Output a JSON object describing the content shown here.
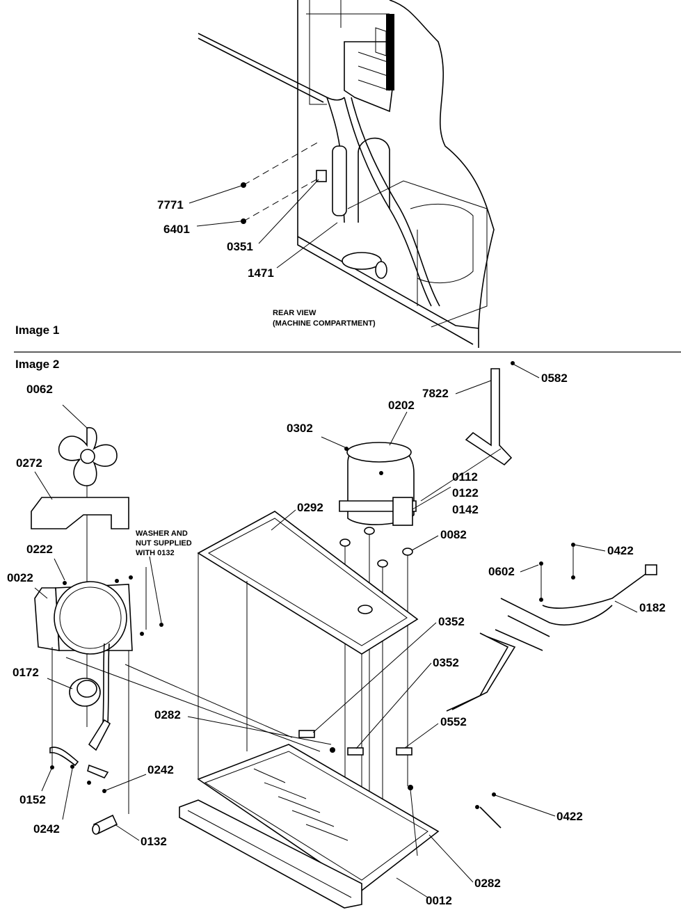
{
  "image1": {
    "caption": "Image 1",
    "view_note_line1": "REAR VIEW",
    "view_note_line2": "(MACHINE COMPARTMENT)",
    "callouts": [
      "7771",
      "6401",
      "0351",
      "1471"
    ]
  },
  "image2": {
    "caption": "Image 2",
    "note_line1": "WASHER AND",
    "note_line2": "NUT SUPPLIED",
    "note_line3": "WITH 0132",
    "callouts": [
      "0062",
      "0272",
      "0222",
      "0022",
      "0172",
      "0152",
      "0242",
      "0242",
      "0132",
      "0302",
      "0202",
      "7822",
      "0582",
      "0112",
      "0122",
      "0142",
      "0082",
      "0292",
      "0422",
      "0602",
      "0182",
      "0352",
      "0352",
      "0552",
      "0282",
      "0422",
      "0282",
      "0012"
    ]
  }
}
